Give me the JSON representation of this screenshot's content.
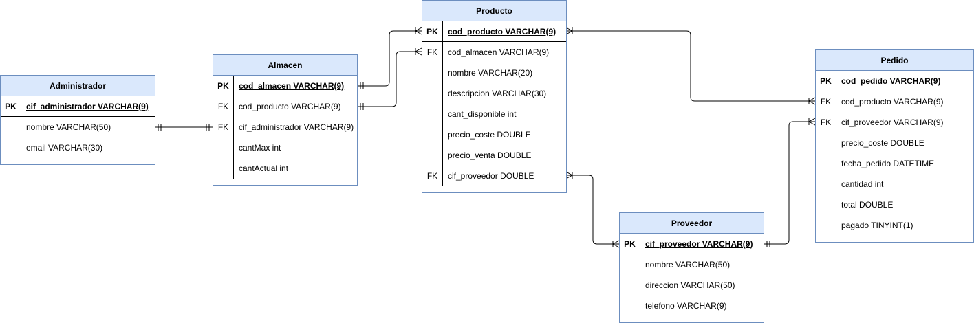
{
  "diagram": {
    "line_color": "#000000",
    "header_fill": "#dae8fc",
    "border_color": "#6c8ebf"
  },
  "entities": {
    "administrador": {
      "title": "Administrador",
      "rows": [
        {
          "key": "PK",
          "attr": "cif_administrador VARCHAR(9)"
        },
        {
          "key": "",
          "attr": "nombre VARCHAR(50)"
        },
        {
          "key": "",
          "attr": "email VARCHAR(30)"
        }
      ]
    },
    "almacen": {
      "title": "Almacen",
      "rows": [
        {
          "key": "PK",
          "attr": "cod_almacen VARCHAR(9)"
        },
        {
          "key": "FK",
          "attr": "cod_producto VARCHAR(9)"
        },
        {
          "key": "FK",
          "attr": "cif_administrador VARCHAR(9)"
        },
        {
          "key": "",
          "attr": "cantMax int"
        },
        {
          "key": "",
          "attr": "cantActual int"
        }
      ]
    },
    "producto": {
      "title": "Producto",
      "rows": [
        {
          "key": "PK",
          "attr": "cod_producto VARCHAR(9)"
        },
        {
          "key": "FK",
          "attr": "cod_almacen VARCHAR(9)"
        },
        {
          "key": "",
          "attr": "nombre VARCHAR(20)"
        },
        {
          "key": "",
          "attr": "descripcion VARCHAR(30)"
        },
        {
          "key": "",
          "attr": "cant_disponible int"
        },
        {
          "key": "",
          "attr": "precio_coste DOUBLE"
        },
        {
          "key": "",
          "attr": "precio_venta DOUBLE"
        },
        {
          "key": "FK",
          "attr": "cif_proveedor DOUBLE"
        }
      ]
    },
    "proveedor": {
      "title": "Proveedor",
      "rows": [
        {
          "key": "PK",
          "attr": "cif_proveedor VARCHAR(9)"
        },
        {
          "key": "",
          "attr": "nombre VARCHAR(50)"
        },
        {
          "key": "",
          "attr": "direccion VARCHAR(50)"
        },
        {
          "key": "",
          "attr": "telefono VARCHAR(9)"
        }
      ]
    },
    "pedido": {
      "title": "Pedido",
      "rows": [
        {
          "key": "PK",
          "attr": "cod_pedido VARCHAR(9)"
        },
        {
          "key": "FK",
          "attr": "cod_producto VARCHAR(9)"
        },
        {
          "key": "FK",
          "attr": "cif_proveedor VARCHAR(9)"
        },
        {
          "key": "",
          "attr": "precio_coste DOUBLE"
        },
        {
          "key": "",
          "attr": "fecha_pedido DATETIME"
        },
        {
          "key": "",
          "attr": "cantidad int"
        },
        {
          "key": "",
          "attr": "total DOUBLE"
        },
        {
          "key": "",
          "attr": "pagado TINYINT(1)"
        }
      ]
    }
  },
  "relationships": [
    {
      "from": "administrador.cif_administrador",
      "to": "almacen.cif_administrador",
      "cardinality": "one-to-one"
    },
    {
      "from": "almacen.cod_almacen",
      "to": "producto.cod_producto",
      "cardinality": "one-to-many"
    },
    {
      "from": "almacen.cod_producto",
      "to": "producto.cod_almacen",
      "cardinality": "one-to-many"
    },
    {
      "from": "producto.cod_producto",
      "to": "pedido.cod_producto",
      "cardinality": "many-to-many"
    },
    {
      "from": "producto.cif_proveedor",
      "to": "proveedor.cif_proveedor",
      "cardinality": "many-to-many"
    },
    {
      "from": "proveedor.cif_proveedor",
      "to": "pedido.cif_proveedor",
      "cardinality": "one-to-many"
    }
  ]
}
